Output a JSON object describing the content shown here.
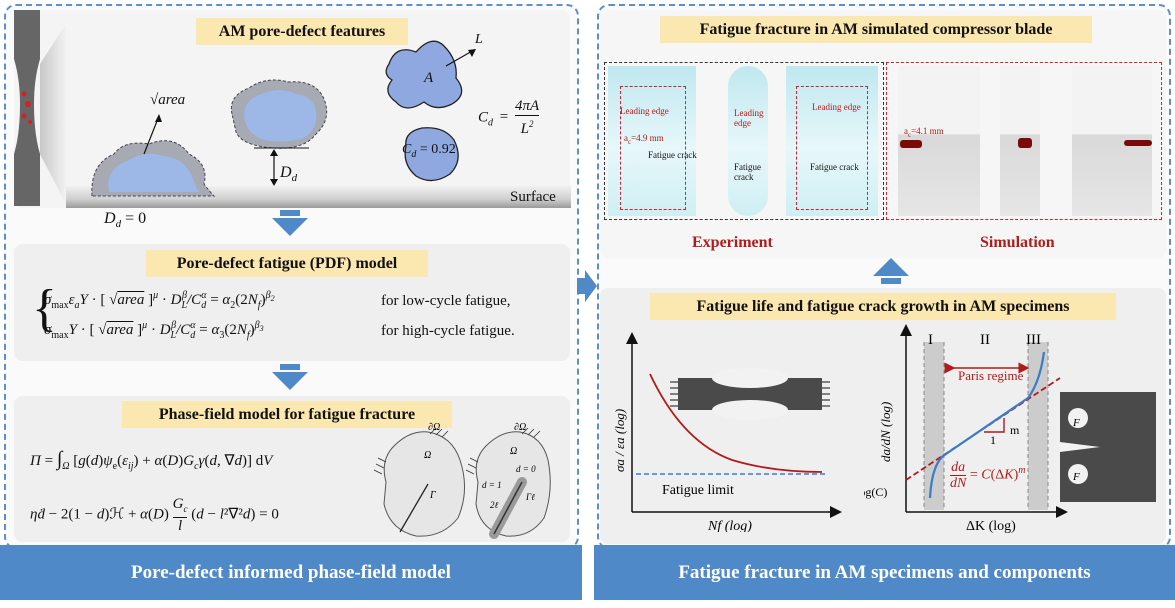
{
  "colors": {
    "panel_border": "#5b8fd0",
    "banner": "#fbe8b0",
    "footer": "#4f89c8",
    "arrow": "#4f89c8",
    "red": "#b01c1c"
  },
  "left": {
    "features": {
      "title": "AM pore-defect features",
      "sqrt_area": "√area",
      "L": "L",
      "A": "A",
      "Dd": "D",
      "Dd_sub": "d",
      "Dd0": "D",
      "Dd0_sub": "d",
      "Dd0_rest": " = 0",
      "Cd_left": "C",
      "Cd_left_sub": "d",
      "Cd_left_rest": " = 0.92",
      "Cd_lhs": "C",
      "Cd_lhs_sub": "d",
      "Cd_eq": "=",
      "Cd_num": "4πA",
      "Cd_den": "L",
      "Cd_den_sup": "2",
      "surface": "Surface"
    },
    "pdf": {
      "title": "Pore-defect fatigue (PDF) model",
      "eq1": "σ",
      "eq1_text": "max ε",
      "eq1_full": "σmax εa Y · [ √area ]μ · DLβ / Cdα = α2(2Nf)β2",
      "eq2_full": "σmax Y · [ √area ]μ · DLβ / Cdα = α3(2Nf)β3",
      "lcf": "for low-cycle fatigue,",
      "hcf": "for high-cycle fatigue."
    },
    "phase": {
      "title": "Phase-field model for fatigue fracture",
      "eq1": "Π = ∫Ω [g(d)ψe(εij) + α(D)Gcγ(d, ∇d)] dV",
      "eq2": "ηḋ − 2(1 − d)ℋ + α(D)(Gc / l)(d − l²∇²d) = 0",
      "dOmega": "∂Ω",
      "Omega": "Ω",
      "Gamma": "Γ",
      "d0": "d = 0",
      "d1": "d = 1",
      "Gamma_l": "Γℓ",
      "two_l": "2ℓ"
    },
    "footer": "Pore-defect informed phase-field model"
  },
  "right": {
    "blade": {
      "title": "Fatigue fracture in AM simulated compressor blade",
      "leading_edge": "Leading edge",
      "leading_edge_mid": "Leading edge",
      "a_exp": "a",
      "a_exp_sub": "c",
      "a_exp_val": "=4.9 mm",
      "fatigue_crack": "Fatigue crack",
      "a_sim": "a",
      "a_sim_sub": "c",
      "a_sim_val": "=4.1 mm",
      "experiment": "Experiment",
      "simulation": "Simulation"
    },
    "growth": {
      "title": "Fatigue life and fatigue crack growth in AM specimens",
      "sn_ylabel": "σa / εa (log)",
      "sn_xlabel": "Nf (log)",
      "fatigue_limit": "Fatigue limit",
      "region_I": "I",
      "region_II": "II",
      "region_III": "III",
      "paris": "Paris regime",
      "dadn_ylabel": "da/dN  (log)",
      "dk_xlabel": "ΔK (log)",
      "logC": "log(C)",
      "slope_1": "1",
      "slope_m": "m",
      "paris_law": "da/dN = C(ΔK)m",
      "F_top": "F",
      "F_bottom": "F"
    },
    "footer": "Fatigue fracture in AM specimens and components"
  }
}
